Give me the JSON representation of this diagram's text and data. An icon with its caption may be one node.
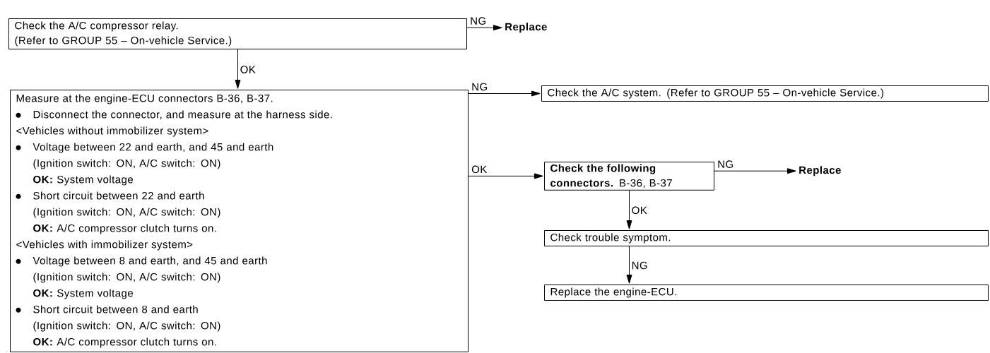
{
  "diagram": {
    "nodes": [
      {
        "text": [
          "Check the A/C compressor relay.",
          "(Refer to GROUP 55 – On-vehicle Service.)"
        ]
      },
      {
        "text": [
          "Replace"
        ]
      },
      {
        "text": [
          "Measure at the engine-ECU connectors B-36, B-37.",
          "Disconnect the connector, and measure at the harness side.",
          "<Vehicles without immobilizer system>",
          "Voltage between 22 and earth, and 45 and earth",
          "(Ignition switch: ON, A/C switch: ON)",
          "**OK:** System voltage",
          "Short circuit between 22 and earth",
          "(Ignition switch: ON, A/C switch: ON)",
          "**OK:** A/C compressor clutch turns on.",
          "<Vehicles with immobilizer system>",
          "Voltage between 8 and earth, and 45 and earth",
          "(Ignition switch: ON, A/C switch: ON)",
          "**OK:** System voltage",
          "Short circuit between 8 and earth",
          "(Ignition switch: ON, A/C switch: ON)",
          "**OK:** A/C compressor clutch turns on."
        ]
      },
      {
        "text": [
          "Check the A/C system. (Refer to GROUP 55 – On-vehicle Service.)"
        ]
      },
      {
        "text": [
          "**Check the following connectors.** B-36, B-37"
        ]
      },
      {
        "text": [
          "Replace"
        ]
      },
      {
        "text": [
          "Check trouble symptom."
        ]
      },
      {
        "text": [
          "Replace the engine-ECU."
        ]
      }
    ],
    "edges": [
      {
        "from": 0,
        "to": 1,
        "arrow": "to",
        "label": "NG"
      },
      {
        "from": 0,
        "to": 2,
        "arrow": "to",
        "label": "OK"
      },
      {
        "from": 2,
        "to": 3,
        "arrow": "to",
        "label": "NG"
      },
      {
        "from": 2,
        "to": 4,
        "arrow": "to",
        "label": "OK"
      },
      {
        "from": 4,
        "to": 5,
        "arrow": "to",
        "label": "NG"
      },
      {
        "from": 4,
        "to": 6,
        "arrow": "to",
        "label": "OK"
      },
      {
        "from": 6,
        "to": 7,
        "arrow": "to",
        "label": "NG"
      }
    ]
  }
}
